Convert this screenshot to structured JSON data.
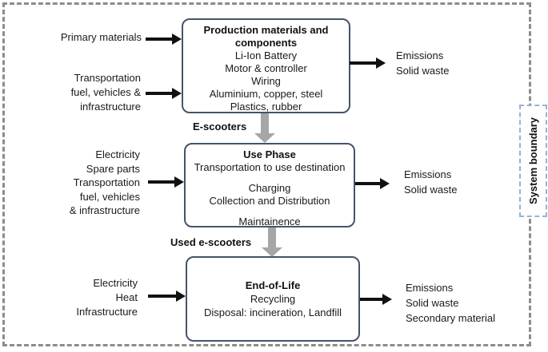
{
  "boundary_label": "System boundary",
  "flow_labels": [
    "E-scooters",
    "Used e-scooters"
  ],
  "boxes": [
    {
      "title": "Production materials and components",
      "lines": [
        "Li-Ion Battery",
        "Motor & controller",
        "Wiring",
        "Aluminium, copper, steel",
        "Plastics, rubber"
      ]
    },
    {
      "title": "Use Phase",
      "lines": [
        "Transportation to use destination",
        "Charging",
        "Collection and Distribution",
        "Maintainence"
      ]
    },
    {
      "title": "End-of-Life",
      "lines": [
        "Recycling",
        "Disposal: incineration, Landfill"
      ]
    }
  ],
  "inputs": [
    {
      "lines": [
        "Primary materials"
      ]
    },
    {
      "lines": [
        "Transportation",
        "fuel, vehicles &",
        "infrastructure"
      ]
    },
    {
      "lines": [
        "Electricity",
        "Spare parts",
        "Transportation",
        "fuel, vehicles",
        "& infrastructure"
      ]
    },
    {
      "lines": [
        "Electricity",
        "Heat",
        "Infrastructure"
      ]
    }
  ],
  "outputs": [
    {
      "lines": [
        "Emissions",
        "Solid waste"
      ]
    },
    {
      "lines": [
        "Emissions",
        "Solid waste"
      ]
    },
    {
      "lines": [
        "Emissions",
        "Solid waste",
        "Secondary material"
      ]
    }
  ],
  "colors": {
    "box_border": "#44546a",
    "black_arrow": "#111111",
    "gray_arrow": "#a6a6a6",
    "outer_boundary_dash": "#8c8c8c",
    "system_boundary_dash": "#95b3d7",
    "text": "#1a1a1a"
  }
}
